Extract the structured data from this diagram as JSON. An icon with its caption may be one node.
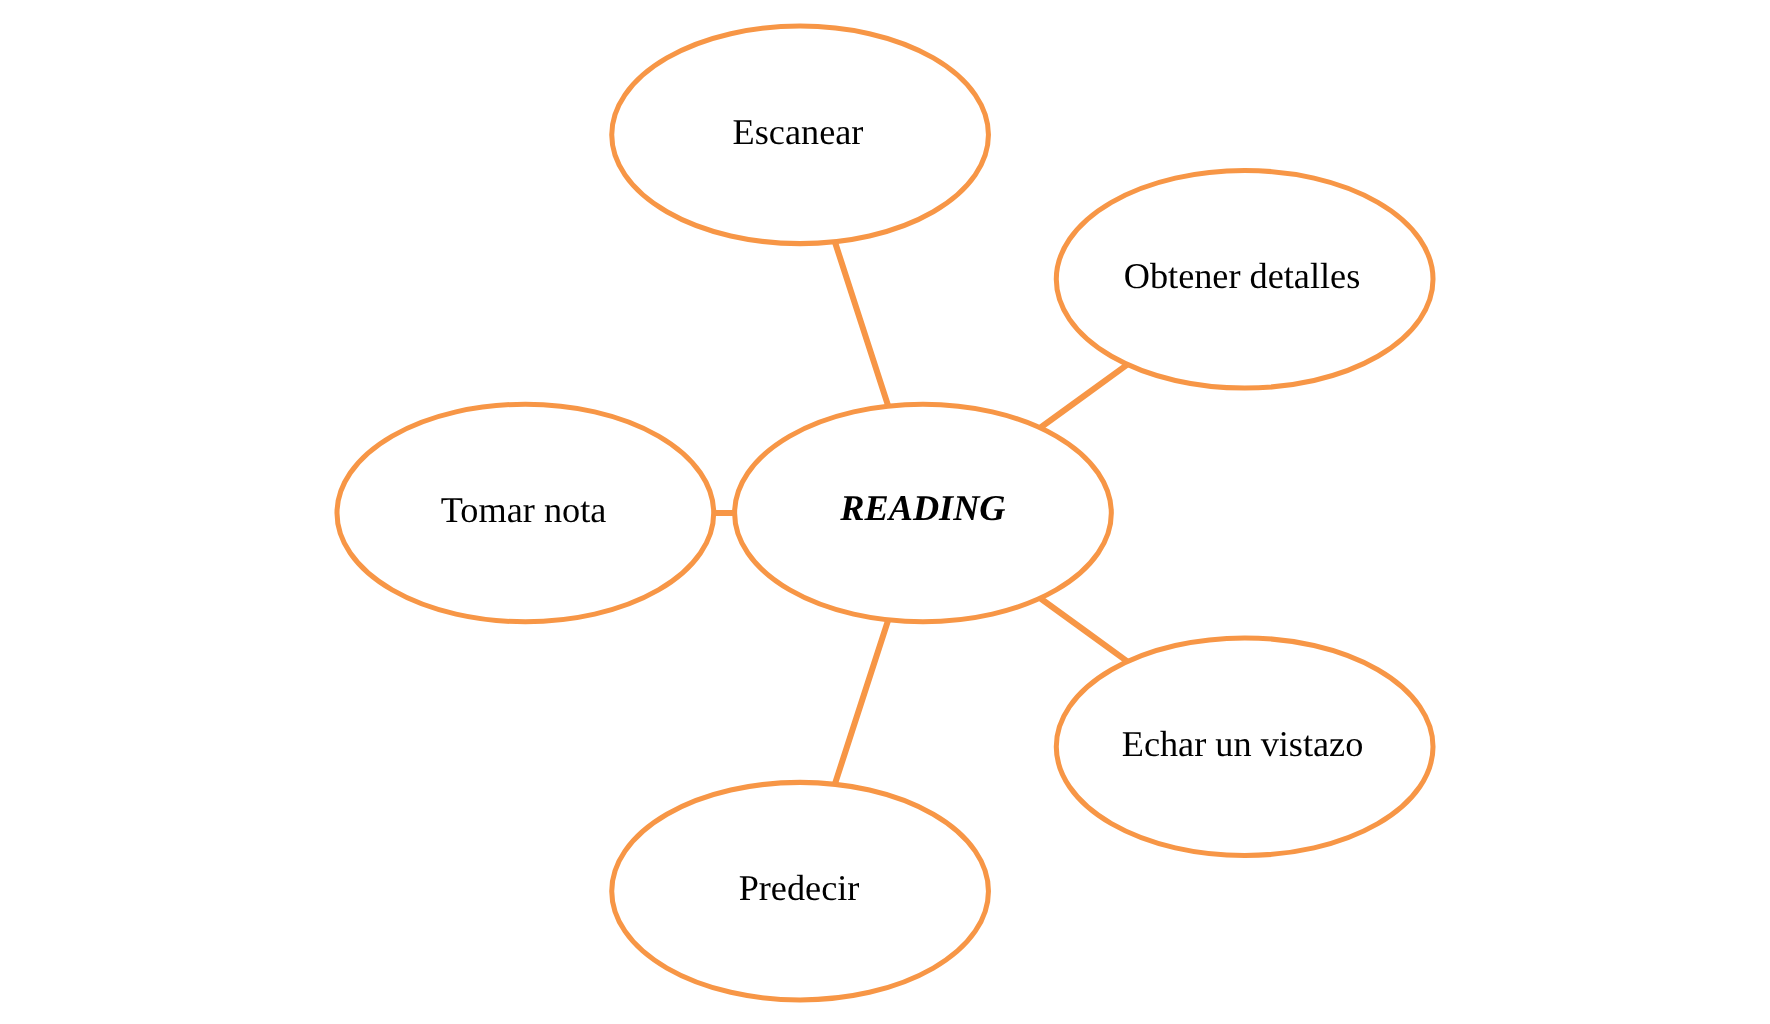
{
  "diagram": {
    "nodes": [
      {
        "text": [
          "Obtener detalles"
        ]
      },
      {
        "text": [
          "Escanear"
        ]
      },
      {
        "text": [
          "Tomar nota"
        ]
      },
      {
        "text": [
          "READING"
        ]
      },
      {
        "text": [
          "Predecir"
        ]
      },
      {
        "text": [
          "Echar un vistazo"
        ]
      }
    ],
    "edges": [
      {
        "from": 3,
        "to": 0,
        "arrow": "none"
      },
      {
        "from": 3,
        "to": 1,
        "arrow": "none"
      },
      {
        "from": 3,
        "to": 2,
        "arrow": "none"
      },
      {
        "from": 3,
        "to": 4,
        "arrow": "none"
      },
      {
        "from": 3,
        "to": 5,
        "arrow": "none"
      }
    ]
  }
}
